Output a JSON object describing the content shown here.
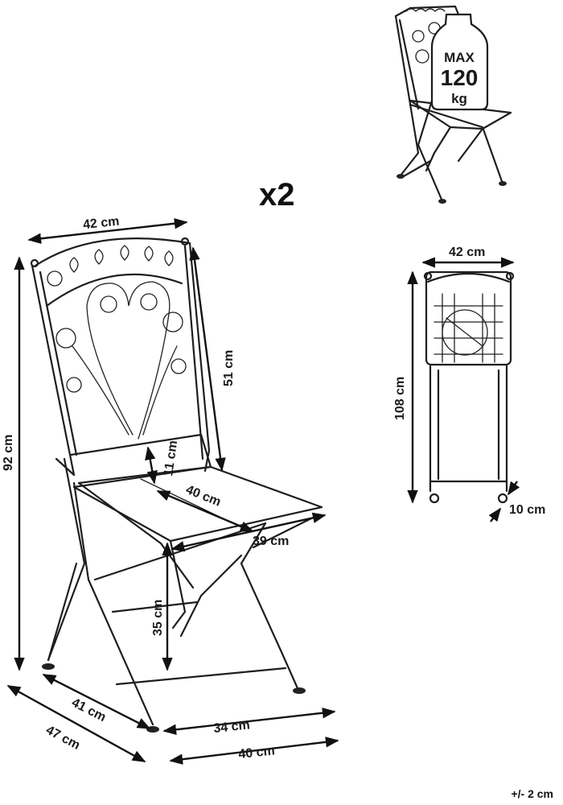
{
  "quantity": "x2",
  "weight_limit": {
    "line1": "MAX",
    "line2": "120",
    "line3": "kg"
  },
  "dimensions": {
    "back_width": "42 cm",
    "back_height": "51 cm",
    "total_height": "92 cm",
    "backrest_gap": "11 cm",
    "seat_depth": "40 cm",
    "seat_width": "39 cm",
    "seat_height": "35 cm",
    "base_depth_inner": "41 cm",
    "base_depth_outer": "47 cm",
    "base_width_inner": "34 cm",
    "base_width_outer": "40 cm",
    "folded_width": "42 cm",
    "folded_height": "108 cm",
    "folded_depth": "10 cm"
  },
  "tolerance": "+/- 2 cm"
}
